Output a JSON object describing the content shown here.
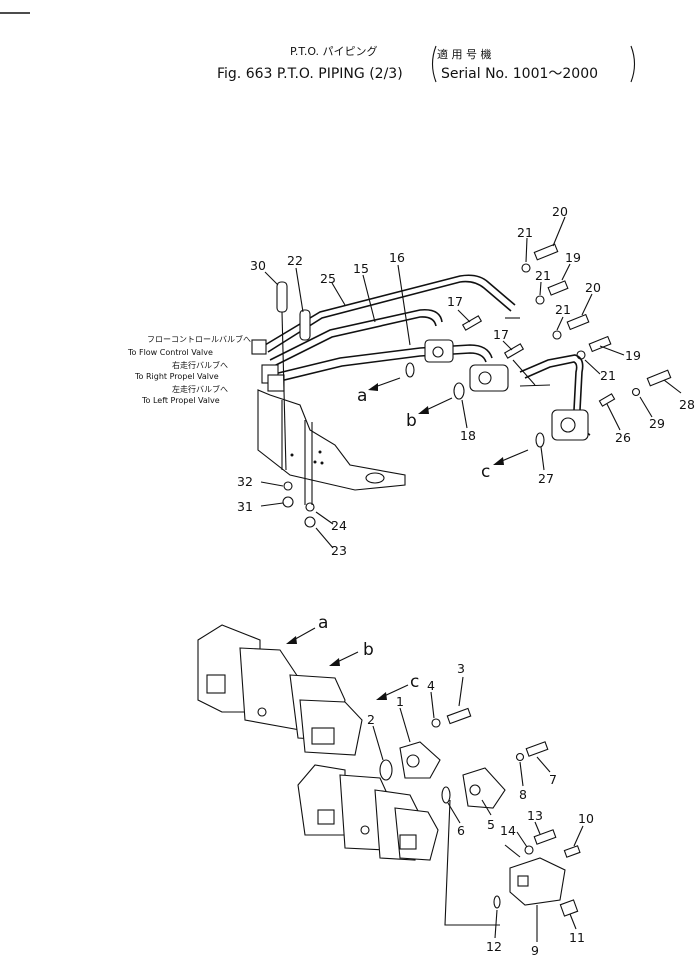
{
  "title": {
    "jp": "P.T.O. パイピング",
    "en": "Fig. 663 P.T.O. PIPING (2/3)",
    "applies_jp": "適 用 号 機",
    "serial": "Serial No. 1001～2000"
  },
  "valve_labels": {
    "flow_jp": "フローコントロールバルブへ",
    "flow_en": "To Flow Control Valve",
    "right_jp": "右走行バルブへ",
    "right_en": "To Right Propel Valve",
    "left_jp": "左走行バルブへ",
    "left_en": "To Left Propel Valve"
  },
  "view_marks": {
    "a": "a",
    "b": "b",
    "c": "c"
  },
  "parts": {
    "p1": "1",
    "p2": "2",
    "p3": "3",
    "p4": "4",
    "p5": "5",
    "p6": "6",
    "p7": "7",
    "p8": "8",
    "p9": "9",
    "p10": "10",
    "p11": "11",
    "p12": "12",
    "p13": "13",
    "p14": "14",
    "p15": "15",
    "p16": "16",
    "p17a": "17",
    "p17b": "17",
    "p18": "18",
    "p19a": "19",
    "p19b": "19",
    "p20a": "20",
    "p20b": "20",
    "p21a": "21",
    "p21b": "21",
    "p21c": "21",
    "p21d": "21",
    "p22": "22",
    "p23": "23",
    "p24": "24",
    "p25": "25",
    "p26": "26",
    "p27": "27",
    "p28": "28",
    "p29": "29",
    "p30": "30",
    "p31": "31",
    "p32": "32"
  }
}
